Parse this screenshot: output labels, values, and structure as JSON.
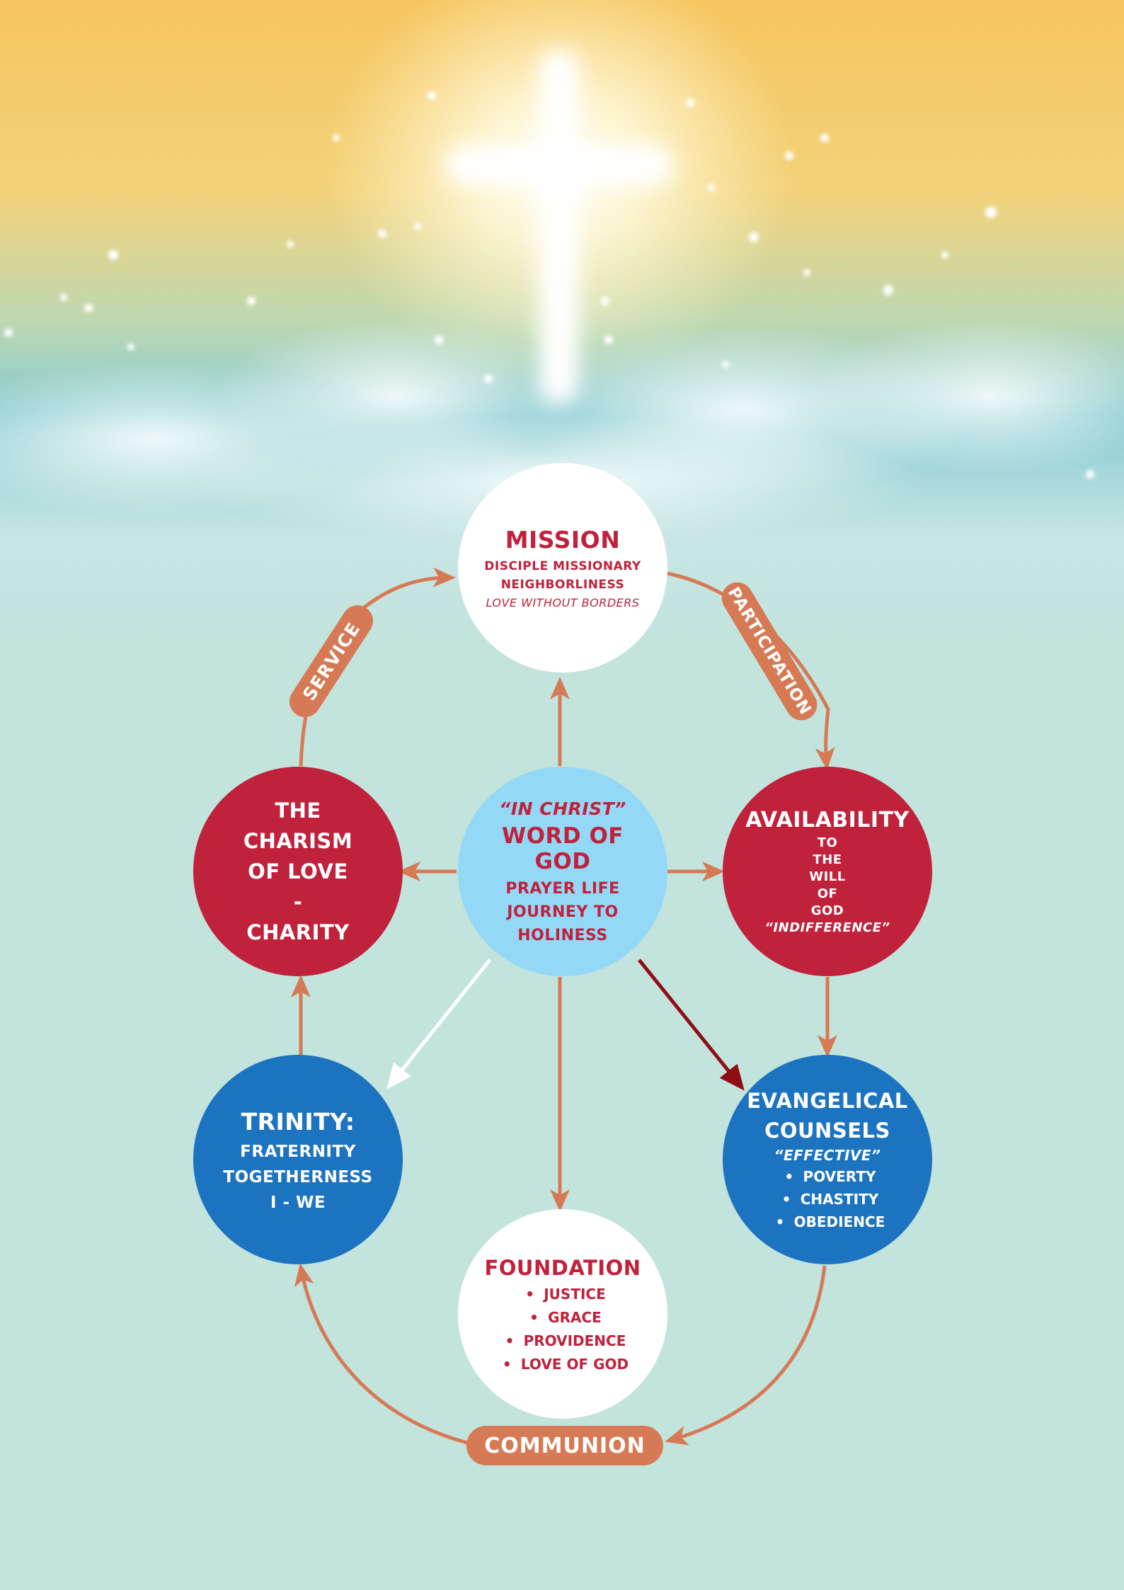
{
  "mission": {
    "title": "MISSION",
    "lines": [
      "DISCIPLE MISSIONARY",
      "NEIGHBORLINESS"
    ],
    "italic": "LOVE WITHOUT BORDERS"
  },
  "center": {
    "italic": "“IN CHRIST”",
    "title": "WORD OF GOD",
    "lines": [
      "PRAYER LIFE",
      "JOURNEY TO",
      "HOLINESS"
    ]
  },
  "charism": {
    "lines": [
      "THE",
      "CHARISM",
      "OF LOVE",
      "-",
      "CHARITY"
    ]
  },
  "availability": {
    "title": "AVAILABILITY",
    "lines": [
      "TO",
      "THE",
      "WILL",
      "OF",
      "GOD"
    ],
    "italic": "“INDIFFERENCE”"
  },
  "trinity": {
    "title": "TRINITY:",
    "lines": [
      "FRATERNITY",
      "TOGETHERNESS",
      "I - WE"
    ]
  },
  "evangelical": {
    "title_lines": [
      "EVANGELICAL",
      "COUNSELS"
    ],
    "italic": "“EFFECTIVE”",
    "bullets": [
      "POVERTY",
      "CHASTITY",
      "OBEDIENCE"
    ]
  },
  "foundation": {
    "title": "FOUNDATION",
    "bullets": [
      "JUSTICE",
      "GRACE",
      "PROVIDENCE",
      "LOVE OF GOD"
    ]
  },
  "labels": {
    "service": "SERVICE",
    "participation": "PARTICIPATION",
    "communion": "COMMUNION"
  },
  "colors": {
    "red": "#c0213b",
    "blue": "#1c74c0",
    "light_blue": "#93d8f6",
    "arrow": "#d67a55",
    "dark_red_arrow": "#8e0e14",
    "background": "#c3e3dd"
  }
}
